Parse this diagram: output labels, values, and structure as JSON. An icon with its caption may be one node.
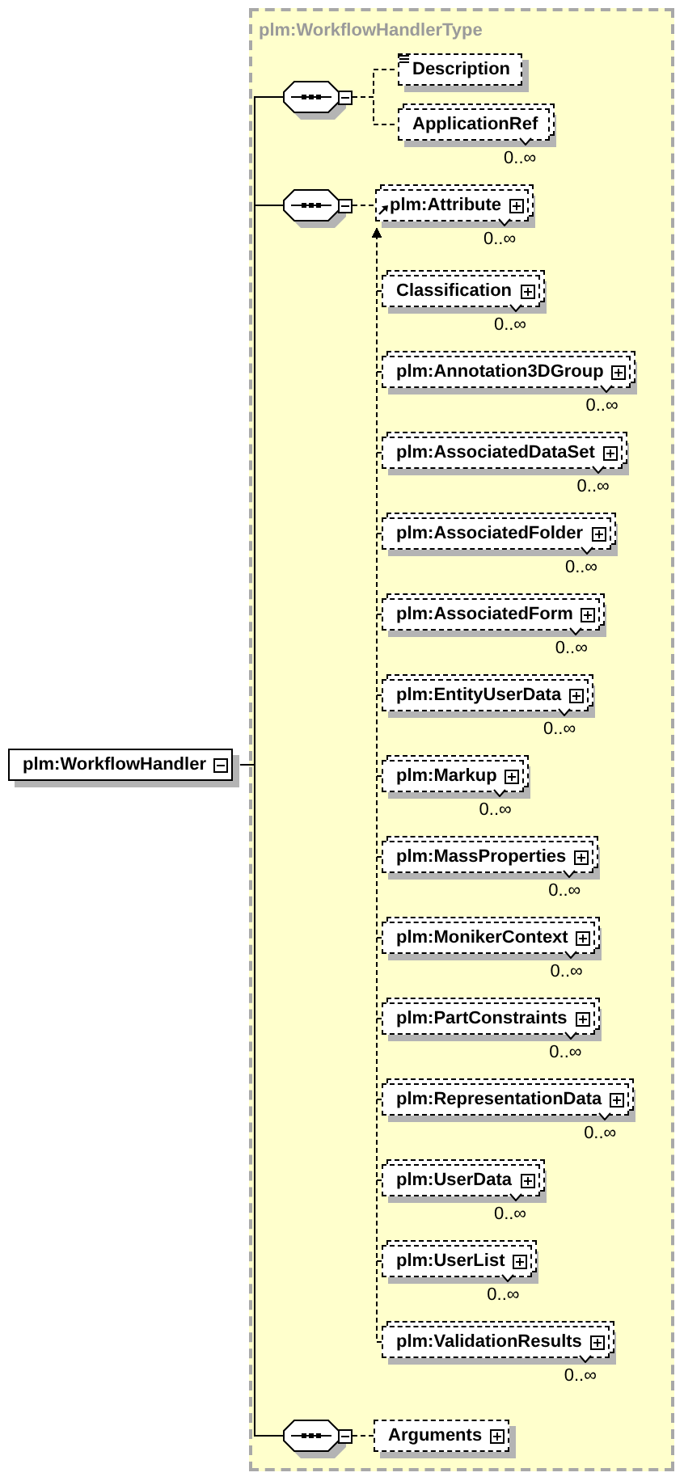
{
  "diagram": {
    "nodes": [
      {
        "text": [
          "plm:WorkflowHandler"
        ]
      },
      {
        "text": [
          "plm:WorkflowHandlerType"
        ]
      },
      {
        "text": [],
        "shape": "octagon",
        "in": 1
      },
      {
        "text": [
          "Description"
        ],
        "in": 1
      },
      {
        "text": [
          "ApplicationRef"
        ],
        "beside": [
          "0..∞"
        ],
        "in": 1
      },
      {
        "text": [],
        "shape": "octagon",
        "in": 1
      },
      {
        "text": [
          "plm:Attribute"
        ],
        "beside": [
          "0..∞"
        ],
        "in": 1
      },
      {
        "text": [
          "Classification"
        ],
        "beside": [
          "0..∞"
        ],
        "in": 1
      },
      {
        "text": [
          "plm:Annotation3DGroup"
        ],
        "beside": [
          "0..∞"
        ],
        "in": 1
      },
      {
        "text": [
          "plm:AssociatedDataSet"
        ],
        "beside": [
          "0..∞"
        ],
        "in": 1
      },
      {
        "text": [
          "plm:AssociatedFolder"
        ],
        "beside": [
          "0..∞"
        ],
        "in": 1
      },
      {
        "text": [
          "plm:AssociatedForm"
        ],
        "beside": [
          "0..∞"
        ],
        "in": 1
      },
      {
        "text": [
          "plm:EntityUserData"
        ],
        "beside": [
          "0..∞"
        ],
        "in": 1
      },
      {
        "text": [
          "plm:Markup"
        ],
        "beside": [
          "0..∞"
        ],
        "in": 1
      },
      {
        "text": [
          "plm:MassProperties"
        ],
        "beside": [
          "0..∞"
        ],
        "in": 1
      },
      {
        "text": [
          "plm:MonikerContext"
        ],
        "beside": [
          "0..∞"
        ],
        "in": 1
      },
      {
        "text": [
          "plm:PartConstraints"
        ],
        "beside": [
          "0..∞"
        ],
        "in": 1
      },
      {
        "text": [
          "plm:RepresentationData"
        ],
        "beside": [
          "0..∞"
        ],
        "in": 1
      },
      {
        "text": [
          "plm:UserData"
        ],
        "beside": [
          "0..∞"
        ],
        "in": 1
      },
      {
        "text": [
          "plm:UserList"
        ],
        "beside": [
          "0..∞"
        ],
        "in": 1
      },
      {
        "text": [
          "plm:ValidationResults"
        ],
        "beside": [
          "0..∞"
        ],
        "in": 1
      },
      {
        "text": [],
        "shape": "octagon",
        "in": 1
      },
      {
        "text": [
          "Arguments"
        ],
        "in": 1
      }
    ],
    "edges": [
      {
        "from": 0,
        "to": 2,
        "arrow": "none"
      },
      {
        "from": 0,
        "to": 5,
        "arrow": "none"
      },
      {
        "from": 0,
        "to": 21,
        "arrow": "none"
      },
      {
        "from": 2,
        "to": 3,
        "arrow": "none",
        "style": "dashed"
      },
      {
        "from": 2,
        "to": 4,
        "arrow": "none",
        "style": "dashed"
      },
      {
        "from": 5,
        "to": 6,
        "arrow": "none",
        "style": "dashed"
      },
      {
        "from": 7,
        "to": 6,
        "arrow": "to",
        "style": "dashed"
      },
      {
        "from": 8,
        "to": 6,
        "arrow": "to",
        "style": "dashed"
      },
      {
        "from": 9,
        "to": 6,
        "arrow": "to",
        "style": "dashed"
      },
      {
        "from": 10,
        "to": 6,
        "arrow": "to",
        "style": "dashed"
      },
      {
        "from": 11,
        "to": 6,
        "arrow": "to",
        "style": "dashed"
      },
      {
        "from": 12,
        "to": 6,
        "arrow": "to",
        "style": "dashed"
      },
      {
        "from": 13,
        "to": 6,
        "arrow": "to",
        "style": "dashed"
      },
      {
        "from": 14,
        "to": 6,
        "arrow": "to",
        "style": "dashed"
      },
      {
        "from": 15,
        "to": 6,
        "arrow": "to",
        "style": "dashed"
      },
      {
        "from": 16,
        "to": 6,
        "arrow": "to",
        "style": "dashed"
      },
      {
        "from": 17,
        "to": 6,
        "arrow": "to",
        "style": "dashed"
      },
      {
        "from": 18,
        "to": 6,
        "arrow": "to",
        "style": "dashed"
      },
      {
        "from": 19,
        "to": 6,
        "arrow": "to",
        "style": "dashed"
      },
      {
        "from": 20,
        "to": 6,
        "arrow": "to",
        "style": "dashed"
      },
      {
        "from": 21,
        "to": 22,
        "arrow": "none",
        "style": "dashed"
      }
    ]
  }
}
